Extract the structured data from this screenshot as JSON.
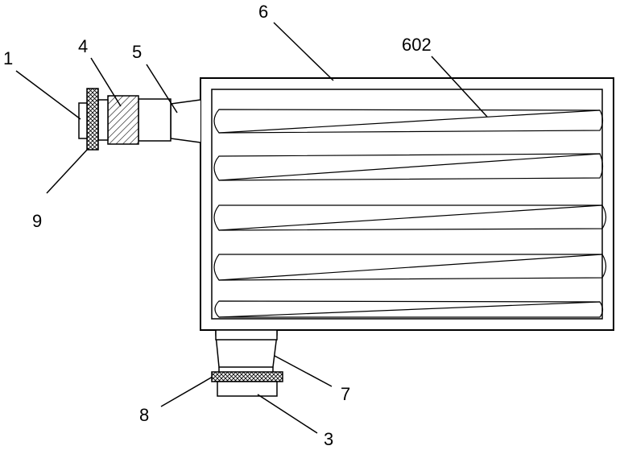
{
  "labels": {
    "l1": "1",
    "l4": "4",
    "l5": "5",
    "l6": "6",
    "l602": "602",
    "l9": "9",
    "l7": "7",
    "l8": "8",
    "l3": "3"
  }
}
